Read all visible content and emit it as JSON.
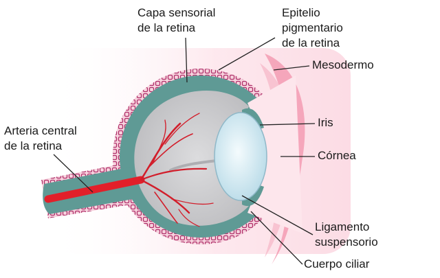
{
  "labels": {
    "sensory_layer": {
      "line1": "Capa sensorial",
      "line2": "de la retina"
    },
    "pigment_epithelium": {
      "line1": "Epitelio",
      "line2": "pigmentario",
      "line3": "de la retina"
    },
    "mesoderm": "Mesodermo",
    "iris": "Iris",
    "cornea": "Córnea",
    "central_artery": {
      "line1": "Arteria central",
      "line2": "de la retina"
    },
    "suspensory_ligament": {
      "line1": "Ligamento",
      "line2": "suspensorio"
    },
    "ciliary_body": "Cuerpo ciliar"
  },
  "colors": {
    "retina_layer": "#5f9a95",
    "pigment_dots": "#b0306a",
    "mesoderm_pink": "#f4a0b6",
    "vitreous_gray": "#c9c9cb",
    "lens_blue": "#d6ecf4",
    "artery_red": "#e2202a",
    "leader_line": "#222222"
  }
}
